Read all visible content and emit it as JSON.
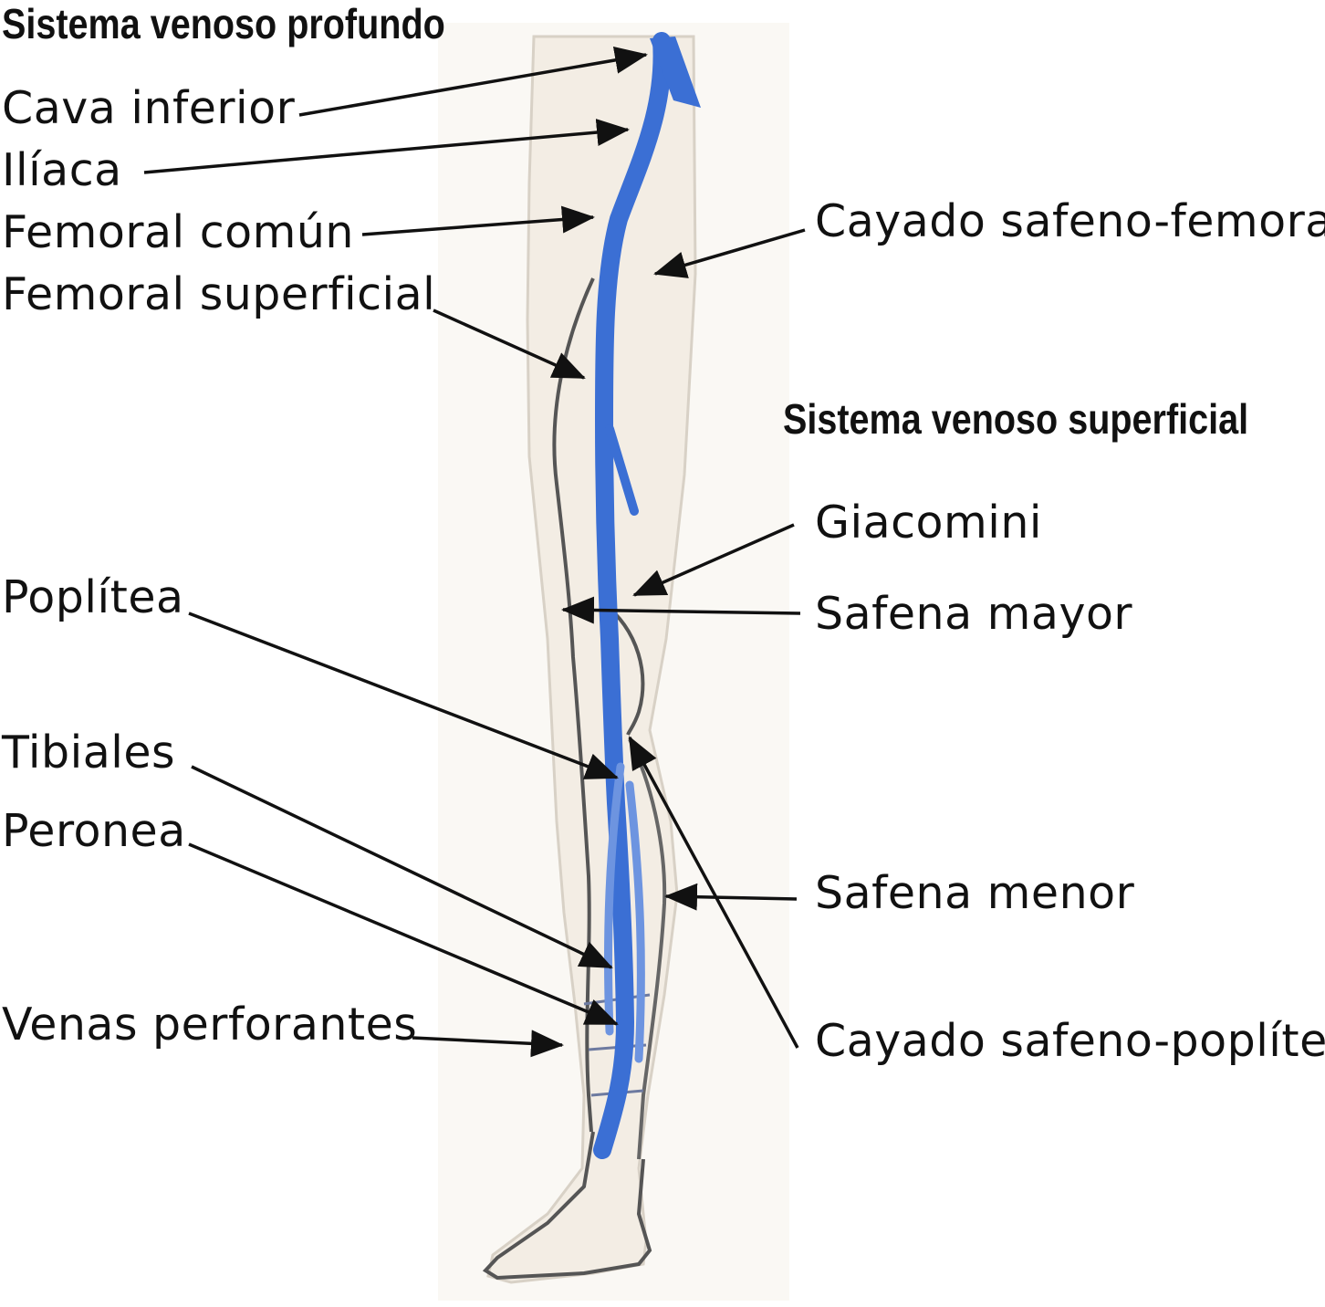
{
  "headings": {
    "deep_system": "Sistema venoso profundo",
    "superficial_system": "Sistema venoso superficial"
  },
  "labels": {
    "cava_inferior": "Cava inferior",
    "iliaca": "Ilíaca",
    "femoral_comun": "Femoral común",
    "femoral_superficial": "Femoral superficial",
    "poplitea": "Poplítea",
    "tibiales": "Tibiales",
    "peronea": "Peronea",
    "venas_perforantes": "Venas perforantes",
    "cayado_safeno_femoral": "Cayado safeno-femoral",
    "giacomini": "Giacomini",
    "safena_mayor": "Safena mayor",
    "safena_menor": "Safena menor",
    "cayado_safeno_popliteo": "Cayado safeno-poplíteo"
  },
  "colors": {
    "deep_vein": "#3b6fd4",
    "deep_vein_light": "#6d94e0",
    "superficial_vein": "#555555",
    "leg_fill": "#f3ede4",
    "leg_outline": "#d8d1c6",
    "arrow": "#111111"
  }
}
